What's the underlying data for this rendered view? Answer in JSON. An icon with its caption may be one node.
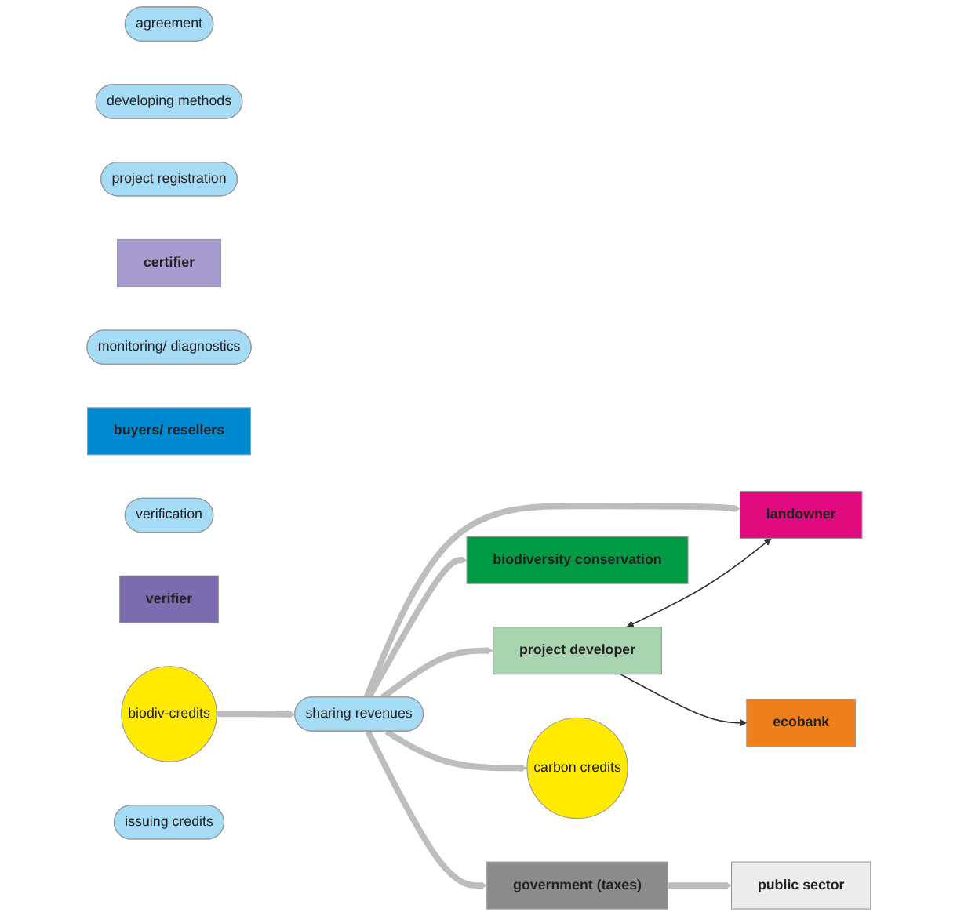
{
  "diagram": {
    "nodes": [
      {
        "text": [
          "project developer"
        ]
      },
      {
        "text": [
          "agreement"
        ]
      },
      {
        "text": [
          "landowner"
        ]
      },
      {
        "text": [
          "developing methods"
        ]
      },
      {
        "text": [
          "biodiversity conservation"
        ]
      },
      {
        "text": [
          "project registration"
        ]
      },
      {
        "text": [
          "certifier"
        ]
      },
      {
        "text": [
          "sharing revenues"
        ]
      },
      {
        "text": [
          "government (taxes)"
        ]
      },
      {
        "text": [
          "monitoring/ diagnostics"
        ]
      },
      {
        "text": [
          "buyers/ resellers"
        ]
      },
      {
        "text": [
          "public sector"
        ]
      },
      {
        "text": [
          "verification"
        ]
      },
      {
        "text": [
          "verifier"
        ]
      },
      {
        "text": [
          "biodiv-credits"
        ]
      },
      {
        "text": [
          "carbon credits"
        ]
      },
      {
        "text": [
          "ecobank"
        ]
      },
      {
        "text": [
          "issuing credits"
        ]
      }
    ],
    "edges": [
      {
        "from": 0,
        "to": 2,
        "arrow": "both",
        "color": "#333333"
      },
      {
        "from": 0,
        "to": 16,
        "arrow": "to",
        "color": "#333333"
      },
      {
        "from": 7,
        "to": 0,
        "arrow": "to"
      },
      {
        "from": 7,
        "to": 2,
        "arrow": "to"
      },
      {
        "from": 7,
        "to": 4,
        "arrow": "to"
      },
      {
        "from": 7,
        "to": 8,
        "arrow": "to"
      },
      {
        "from": 8,
        "to": 11,
        "arrow": "to"
      },
      {
        "from": 14,
        "to": 7,
        "arrow": "to"
      },
      {
        "from": 7,
        "to": 15,
        "arrow": "to"
      }
    ]
  }
}
